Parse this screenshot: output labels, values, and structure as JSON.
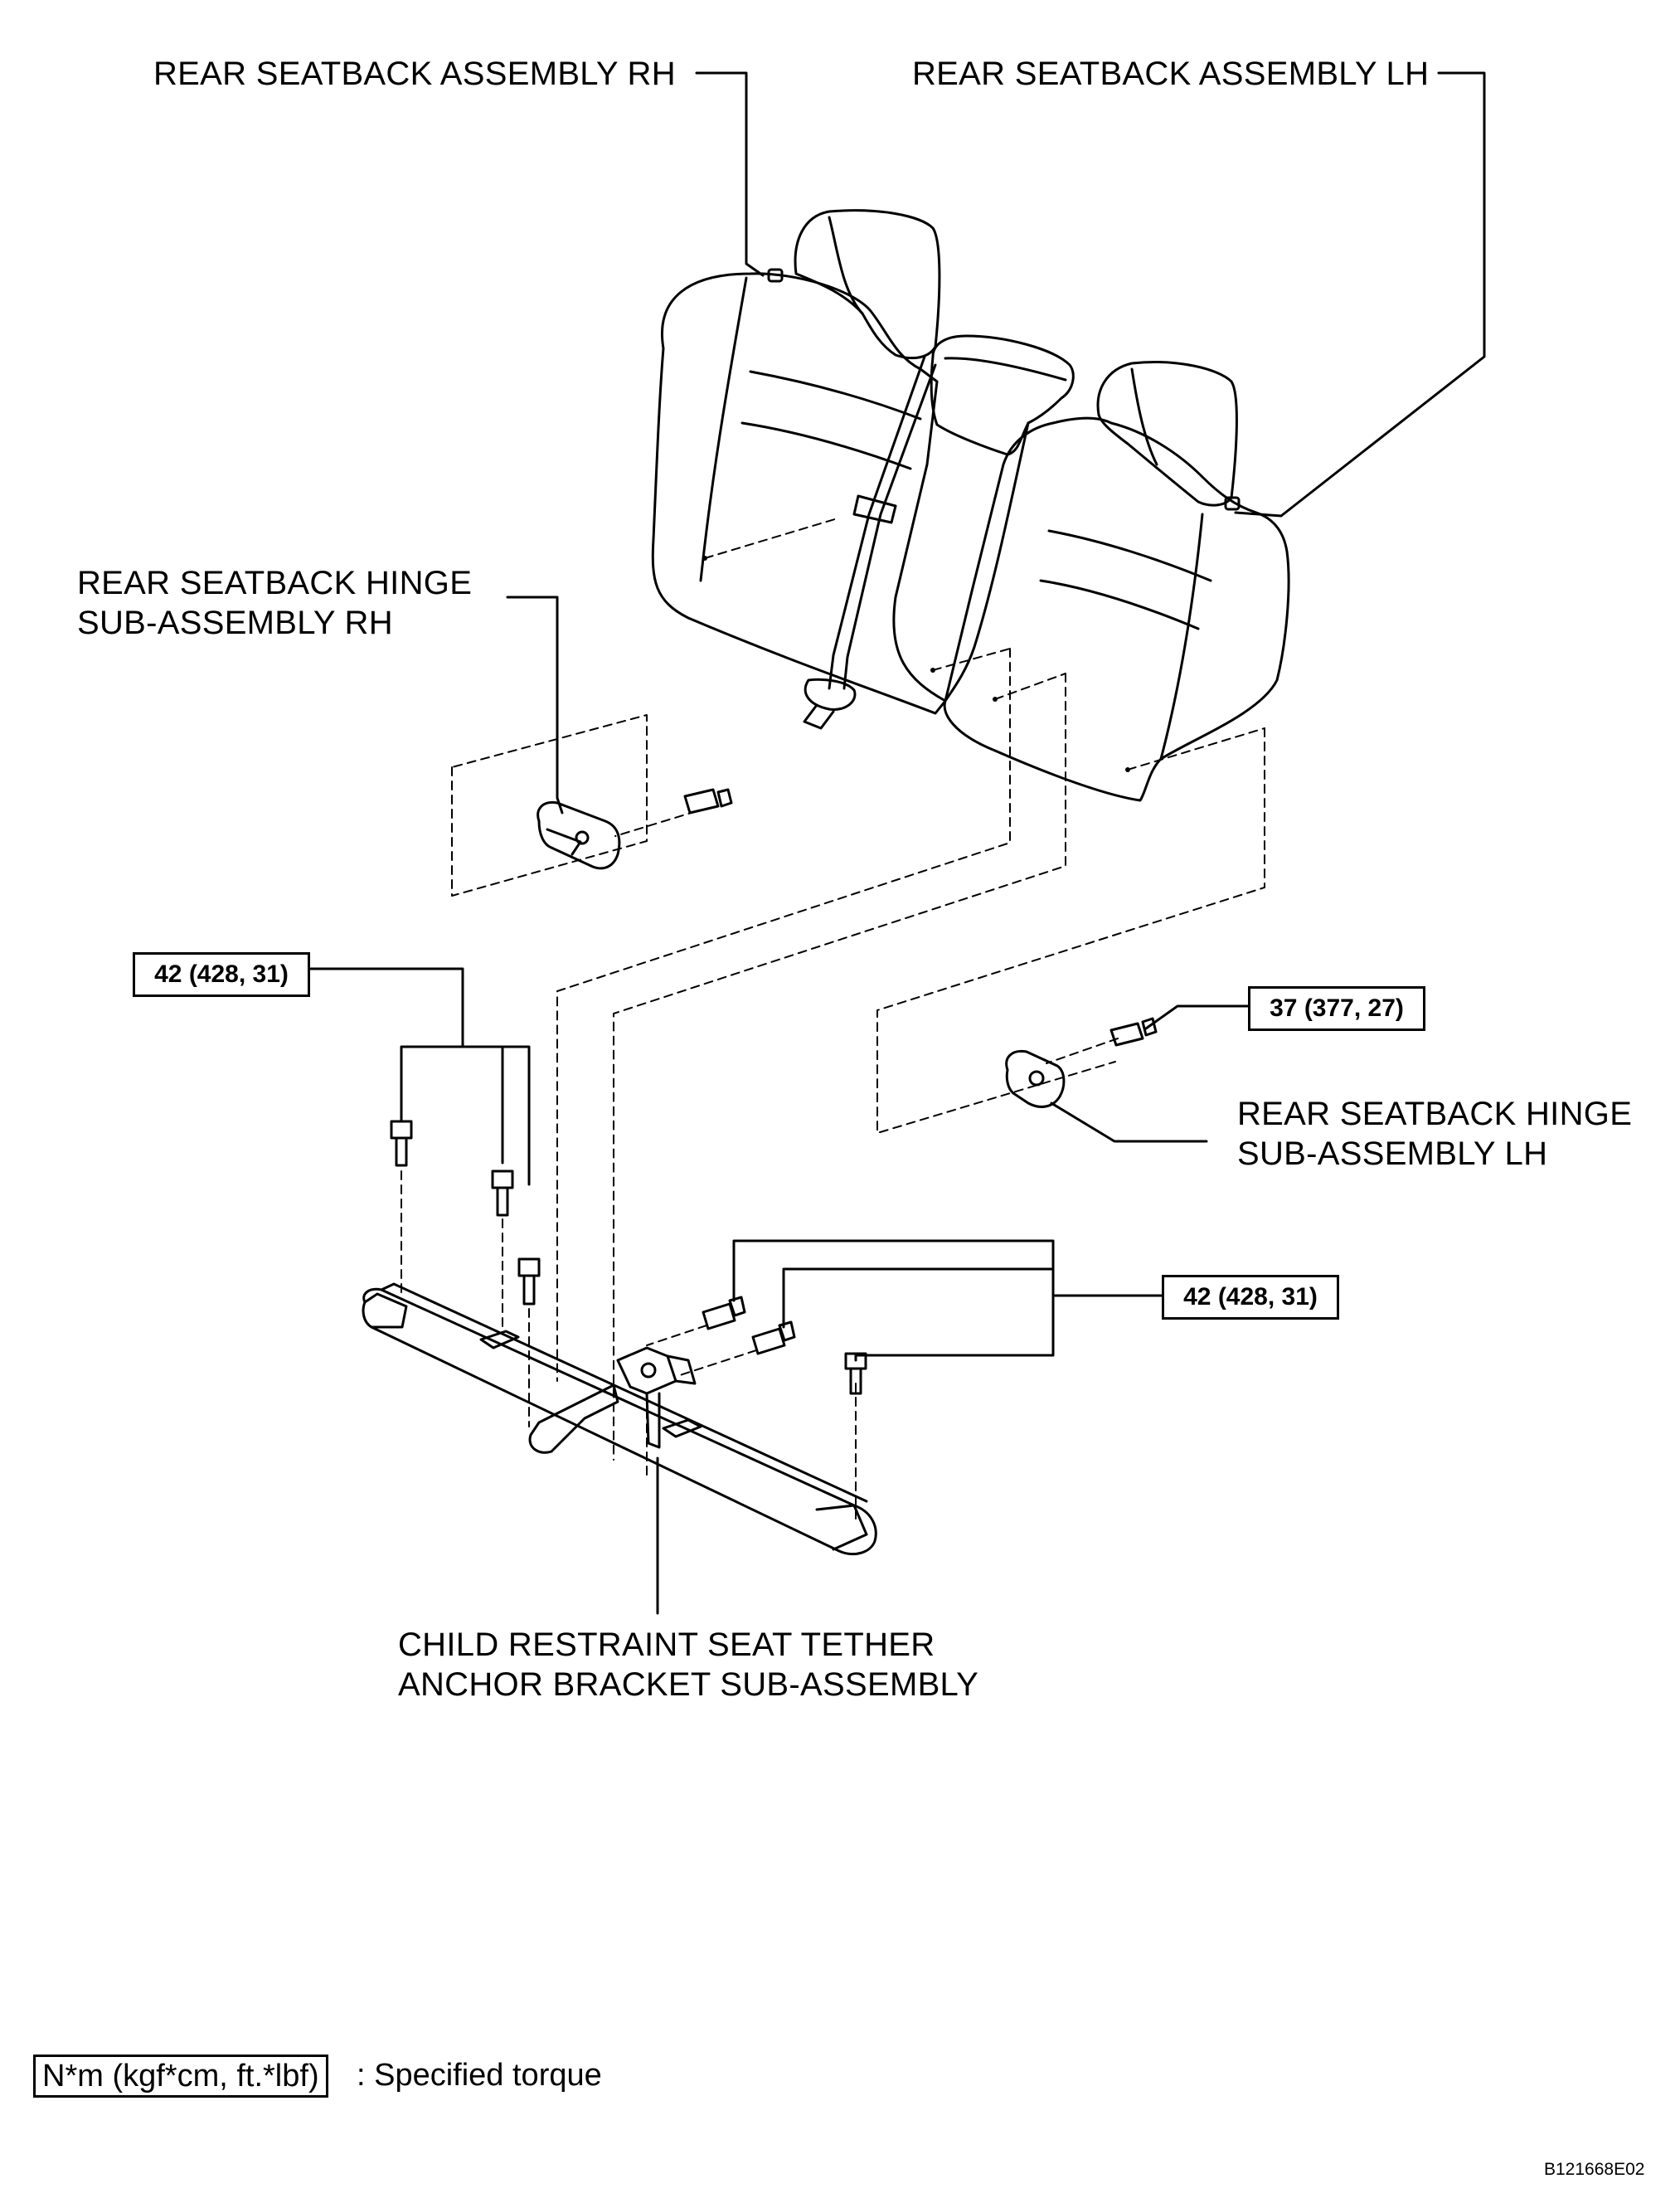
{
  "labels": {
    "seatback_rh": "REAR SEATBACK ASSEMBLY RH",
    "seatback_lh": "REAR SEATBACK ASSEMBLY LH",
    "hinge_rh_line1": "REAR SEATBACK HINGE",
    "hinge_rh_line2": "SUB-ASSEMBLY RH",
    "hinge_lh_line1": "REAR SEATBACK HINGE",
    "hinge_lh_line2": "SUB-ASSEMBLY LH",
    "bracket_line1": "CHILD RESTRAINT SEAT TETHER",
    "bracket_line2": "ANCHOR BRACKET SUB-ASSEMBLY"
  },
  "torques": {
    "left_bolts": "42 (428, 31)",
    "lh_hinge_bolt": "37 (377, 27)",
    "right_bolts": "42 (428, 31)"
  },
  "legend": {
    "unit_box": "N*m (kgf*cm, ft.*lbf)",
    "description": ": Specified torque"
  },
  "figure_code": "B121668E02"
}
